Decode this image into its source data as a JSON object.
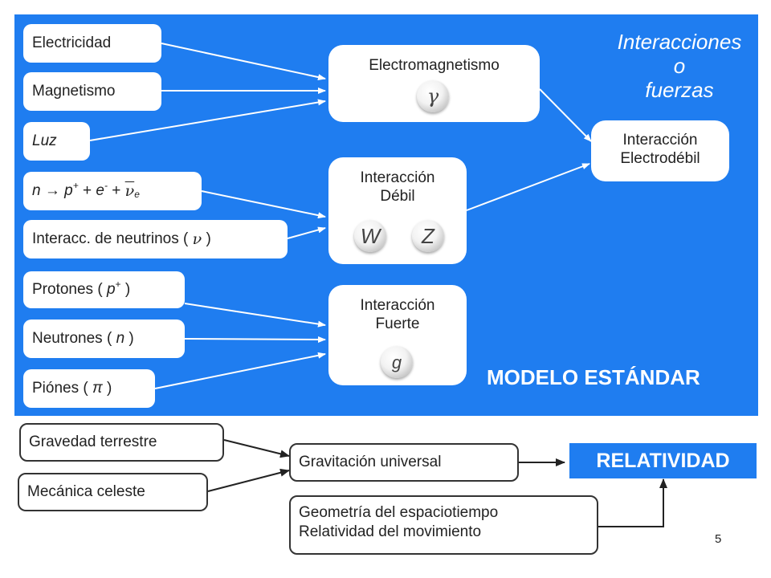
{
  "panel": {
    "title_lines": [
      "Interacciones",
      "o",
      "fuerzas"
    ],
    "modelo": "MODELO ESTÁNDAR"
  },
  "sources": {
    "electricidad": "Electricidad",
    "magnetismo": "Magnetismo",
    "luz": "Luz",
    "decay": {
      "n": "n",
      "arrow": "→",
      "p": "p",
      "plus_sup": "+",
      "e": "e",
      "minus_sup": "-",
      "nu": "ν",
      "e_sub": "e",
      "plus": "+"
    },
    "neutrinos_text": "Interacc. de neutrinos (",
    "neutrinos_nu": "ν",
    "neutrinos_close": ")",
    "protones_text": "Protones (",
    "protones_p": "p",
    "protones_sup": "+",
    "protones_close": ")",
    "neutrones_text": "Neutrones (",
    "neutrones_n": "n",
    "neutrones_close": ")",
    "piones_text": "Piónes (",
    "piones_pi": "π",
    "piones_close": ")"
  },
  "forces": {
    "em": {
      "label": "Electromagnetismo",
      "boson": "γ"
    },
    "debil": {
      "line1": "Interacción",
      "line2": "Débil",
      "boson1": "W",
      "boson2": "Z"
    },
    "fuerte": {
      "line1": "Interacción",
      "line2": "Fuerte",
      "boson": "g"
    },
    "electrodebil": {
      "line1": "Interacción",
      "line2": "Electrodébil"
    }
  },
  "gravity": {
    "terrestre": "Gravedad terrestre",
    "celeste": "Mecánica celeste",
    "universal": "Gravitación universal",
    "relatividad": "RELATIVIDAD",
    "geo_line1": "Geometría del espaciotiempo",
    "geo_line2": "Relatividad del movimiento"
  },
  "page_number": "5",
  "colors": {
    "panel_blue": "#1f7df0",
    "white": "#ffffff",
    "arrow_dark": "#222222"
  }
}
